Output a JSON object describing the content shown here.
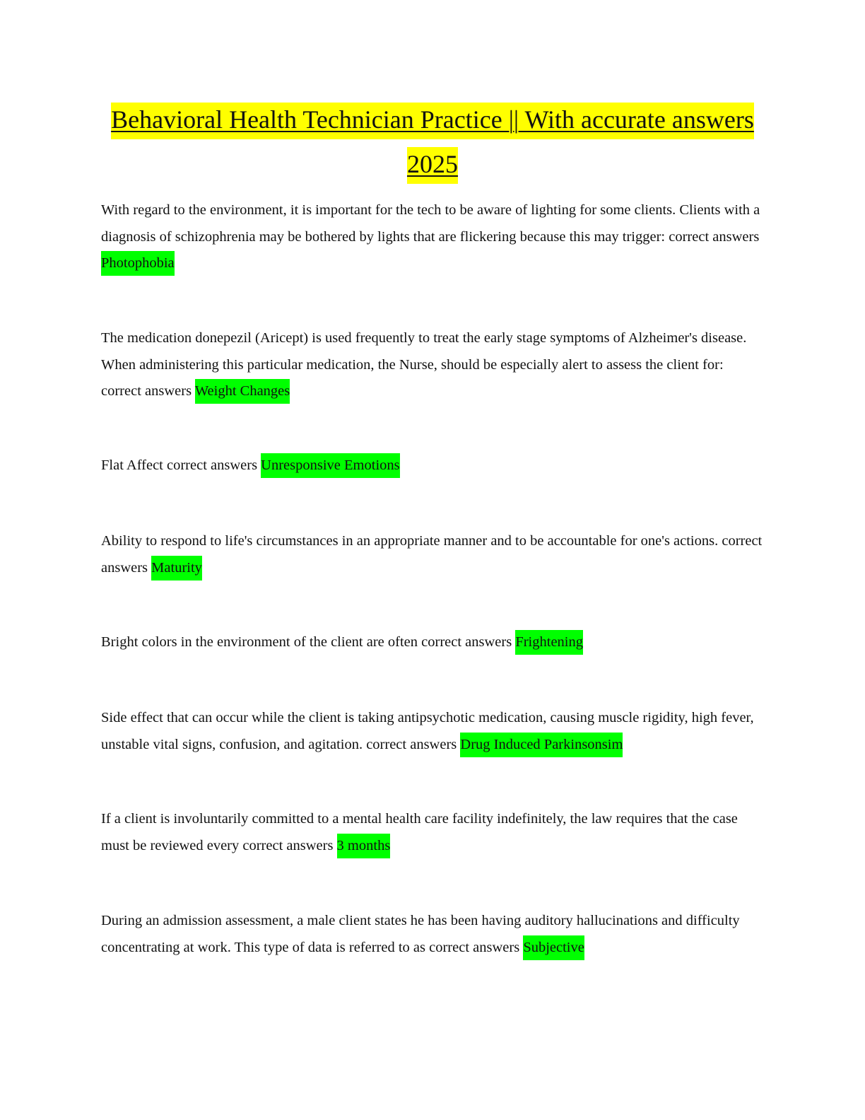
{
  "title": "Behavioral Health Technician Practice || With accurate answers 2025",
  "colors": {
    "title_highlight": "#ffff00",
    "answer_highlight": "#00ff00"
  },
  "items": [
    {
      "question": "With regard to the environment, it is important for the tech to be aware of lighting for some clients. Clients with a diagnosis of schizophrenia may be bothered by lights that are flickering because this may trigger: correct answers",
      "answer": "Photophobia"
    },
    {
      "question": "The medication donepezil (Aricept) is used frequently to treat the early stage symptoms of Alzheimer's disease. When administering this particular medication, the Nurse, should be especially alert to assess the client for: correct answers",
      "answer": "Weight Changes"
    },
    {
      "question": "Flat Affect correct answers",
      "answer": "Unresponsive Emotions"
    },
    {
      "question": "Ability to respond to life's circumstances in an appropriate manner and to be accountable for one's actions. correct answers",
      "answer": "Maturity"
    },
    {
      "question": "Bright colors in the environment of the client are often correct answers",
      "answer": "Frightening"
    },
    {
      "question": "Side effect that can occur while the client is taking antipsychotic medication, causing muscle rigidity, high fever, unstable vital signs, confusion, and agitation. correct answers",
      "answer": "Drug Induced Parkinsonsim"
    },
    {
      "question": "If a client is involuntarily committed to a mental health care facility indefinitely, the law requires that the case must be reviewed every correct answers",
      "answer": "3 months"
    },
    {
      "question": "During an admission assessment, a male client states he has been having auditory hallucinations and difficulty concentrating at work. This type of data is referred to as correct answers",
      "answer": "Subjective"
    }
  ]
}
